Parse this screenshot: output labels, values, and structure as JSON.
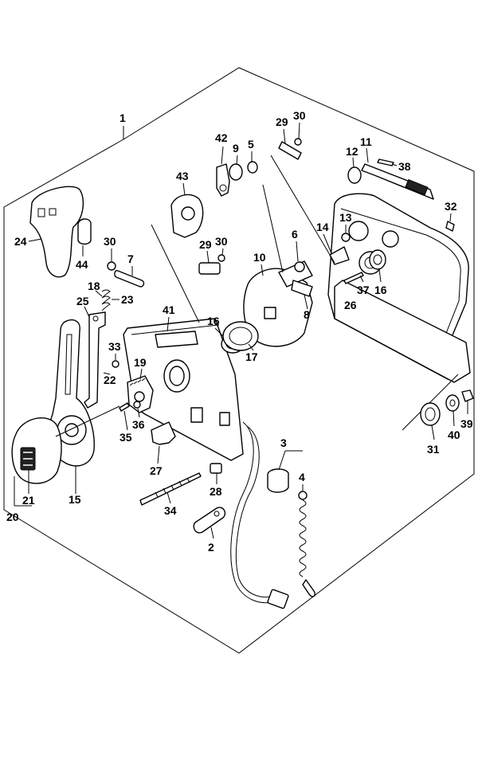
{
  "callouts": [
    {
      "id": "c1",
      "text": "1"
    },
    {
      "id": "c2",
      "text": "2"
    },
    {
      "id": "c3",
      "text": "3"
    },
    {
      "id": "c4",
      "text": "4"
    },
    {
      "id": "c5",
      "text": "5"
    },
    {
      "id": "c6",
      "text": "6"
    },
    {
      "id": "c7",
      "text": "7"
    },
    {
      "id": "c8",
      "text": "8"
    },
    {
      "id": "c9",
      "text": "9"
    },
    {
      "id": "c10",
      "text": "10"
    },
    {
      "id": "c11",
      "text": "11"
    },
    {
      "id": "c12",
      "text": "12"
    },
    {
      "id": "c13",
      "text": "13"
    },
    {
      "id": "c14",
      "text": "14"
    },
    {
      "id": "c15",
      "text": "15"
    },
    {
      "id": "c16a",
      "text": "16"
    },
    {
      "id": "c16b",
      "text": "16"
    },
    {
      "id": "c17",
      "text": "17"
    },
    {
      "id": "c18",
      "text": "18"
    },
    {
      "id": "c19",
      "text": "19"
    },
    {
      "id": "c20",
      "text": "20"
    },
    {
      "id": "c21",
      "text": "21"
    },
    {
      "id": "c22",
      "text": "22"
    },
    {
      "id": "c23",
      "text": "23"
    },
    {
      "id": "c24",
      "text": "24"
    },
    {
      "id": "c25",
      "text": "25"
    },
    {
      "id": "c26",
      "text": "26"
    },
    {
      "id": "c27",
      "text": "27"
    },
    {
      "id": "c28",
      "text": "28"
    },
    {
      "id": "c29a",
      "text": "29"
    },
    {
      "id": "c29b",
      "text": "29"
    },
    {
      "id": "c30a",
      "text": "30"
    },
    {
      "id": "c30b",
      "text": "30"
    },
    {
      "id": "c30c",
      "text": "30"
    },
    {
      "id": "c31",
      "text": "31"
    },
    {
      "id": "c32",
      "text": "32"
    },
    {
      "id": "c33",
      "text": "33"
    },
    {
      "id": "c34",
      "text": "34"
    },
    {
      "id": "c35",
      "text": "35"
    },
    {
      "id": "c36",
      "text": "36"
    },
    {
      "id": "c37",
      "text": "37"
    },
    {
      "id": "c38",
      "text": "38"
    },
    {
      "id": "c39",
      "text": "39"
    },
    {
      "id": "c40",
      "text": "40"
    },
    {
      "id": "c41",
      "text": "41"
    },
    {
      "id": "c42",
      "text": "42"
    },
    {
      "id": "c43",
      "text": "43"
    },
    {
      "id": "c44",
      "text": "44"
    }
  ]
}
